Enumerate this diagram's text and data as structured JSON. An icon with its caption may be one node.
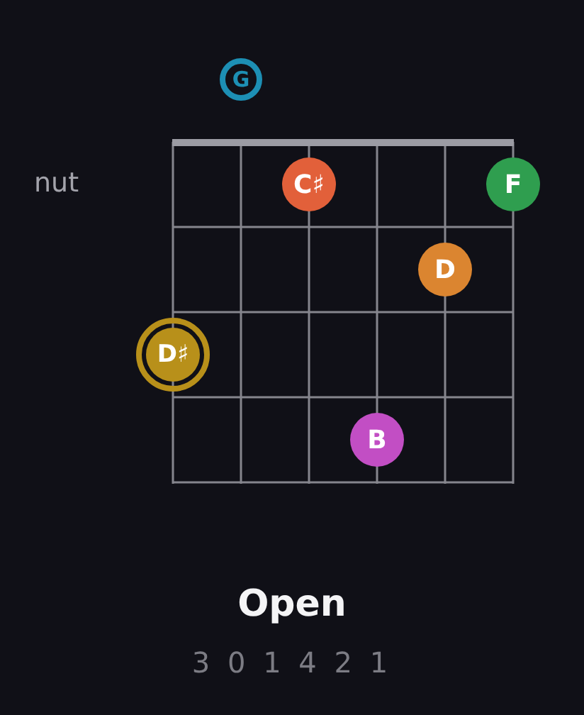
{
  "diagram": {
    "title": "Open",
    "nodes": [
      {
        "text": [
          "G"
        ]
      },
      {
        "text": [
          "C♯"
        ]
      },
      {
        "text": [
          "F"
        ]
      },
      {
        "text": [
          "D"
        ]
      },
      {
        "text": [
          "D♯"
        ]
      },
      {
        "text": [
          "B"
        ]
      }
    ],
    "labels": [
      "nut",
      "3 0 1 4 2 1"
    ]
  }
}
